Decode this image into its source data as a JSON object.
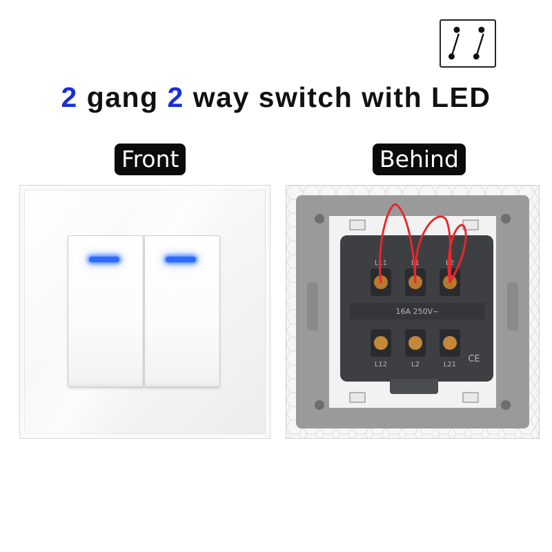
{
  "title": {
    "num1": "2",
    "part1": "gang",
    "num2": "2",
    "part2": "way switch with LED"
  },
  "labels": {
    "front": "Front",
    "behind": "Behind"
  },
  "icons": {
    "wiring": "two-way-switch-diagram-icon"
  },
  "module": {
    "top_terminals": [
      "L11",
      "L1",
      "L2"
    ],
    "bottom_terminals": [
      "L12",
      "L2",
      "L21"
    ],
    "rating": "16A 250V~",
    "mark": "CE"
  },
  "colors": {
    "title_number": "#1a2fd6",
    "led": "#2c6bff",
    "wire": "#e8282b",
    "label_background": "#0b0b0b"
  }
}
